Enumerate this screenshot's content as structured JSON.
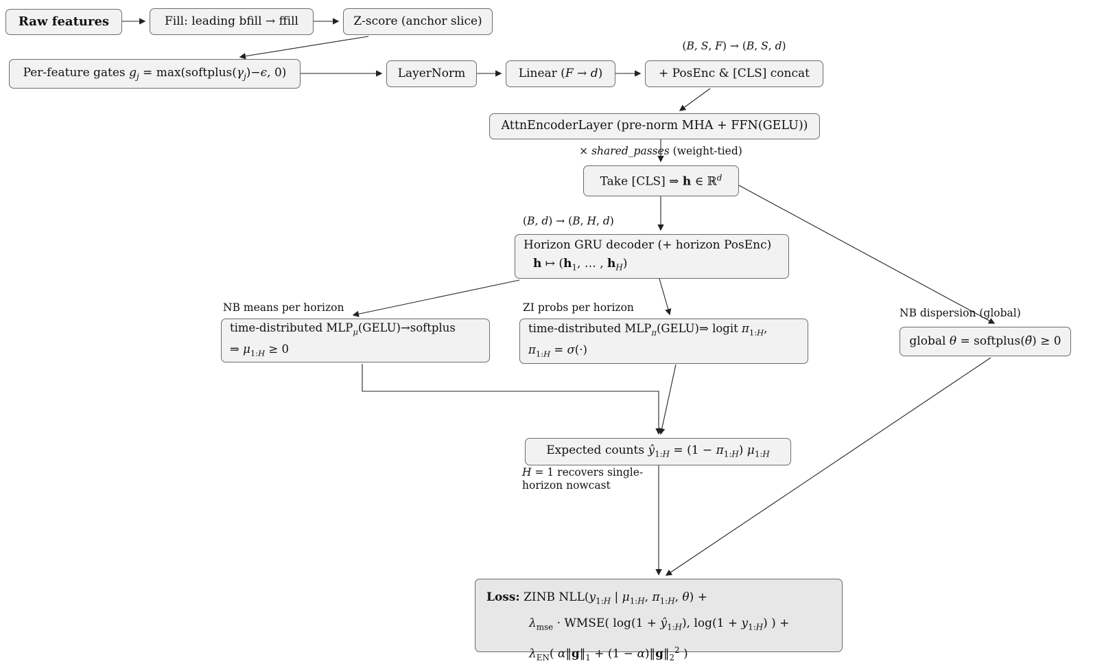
{
  "colors": {
    "box_fill": "#f2f2f2",
    "loss_fill": "#e7e7e7",
    "box_border": "#6b6b6b",
    "arrow": "#222222",
    "background": "#ffffff",
    "text": "#111111"
  },
  "nodes": {
    "raw_features": {
      "label": "Raw features"
    },
    "fill_step": {
      "label": "Fill: leading bfill → ffill"
    },
    "zscore": {
      "label": "Z-score (anchor slice)"
    },
    "gates": {
      "label_html": "Per-feature gates <i>g<sub>j</sub></i> = max(softplus(<i>γ<sub>j</sub></i>)−<i>ϵ</i>, 0)"
    },
    "layernorm": {
      "label": "LayerNorm"
    },
    "linear": {
      "label_html": "Linear (<i>F</i> → <i>d</i>)"
    },
    "posenc": {
      "label": "+ PosEnc & [CLS] concat"
    },
    "attn": {
      "label": "AttnEncoderLayer (pre-norm MHA + FFN(GELU))"
    },
    "take_cls": {
      "label_html": "Take [CLS] ⇒ <b>h</b> ∈ ℝ<sup><i>d</i></sup>"
    },
    "gru": {
      "line1": "Horizon GRU decoder (+ horizon PosEnc)",
      "line2_html": "<b>h</b> ↦ (<b>h</b><sub>1</sub>, … , <b>h</b><sub><i>H</i></sub>)"
    },
    "nb_means": {
      "line1_html": "time-distributed MLP<sub><i>μ</i></sub>(GELU)→softplus",
      "line2_html": "⇒ <i>μ</i><sub>1:<i>H</i></sub> ≥ 0"
    },
    "zi_probs": {
      "line1_html": "time-distributed MLP<sub><i>π</i></sub>(GELU)⇒ logit <i>π</i><sub>1:<i>H</i></sub>,",
      "line2_html": "<i>π</i><sub>1:<i>H</i></sub> = <i>σ</i>(·)"
    },
    "nb_dispersion": {
      "label_html": "global <i>θ</i> = softplus(<i>θ̃</i>) ≥ 0"
    },
    "expected_counts": {
      "label_html": "Expected counts <i>ŷ</i><sub>1:<i>H</i></sub> = (1 − <i>π</i><sub>1:<i>H</i></sub>) <i>μ</i><sub>1:<i>H</i></sub>"
    },
    "loss": {
      "line1_html": "<b>Loss:</b> ZINB NLL(<i>y</i><sub>1:<i>H</i></sub> | <i>μ</i><sub>1:<i>H</i></sub>, <i>π</i><sub>1:<i>H</i></sub>, <i>θ</i>) +",
      "line2_html": "<i>λ</i><sub>mse</sub> · WMSE( log(1 + <i>ŷ</i><sub>1:<i>H</i></sub>), log(1 + <i>y</i><sub>1:<i>H</i></sub>) ) +",
      "line3_html": "<i>λ</i><sub>EN</sub>( <i>α</i>‖<b>g</b>‖<sub>1</sub> + (1 − <i>α</i>)‖<b>g</b>‖<sub>2</sub><sup>2</sup> )"
    }
  },
  "annotations": {
    "shape_bsf_html": "(<i>B</i>, <i>S</i>, <i>F</i>) → (<i>B</i>, <i>S</i>, <i>d</i>)",
    "shared_passes_html": "× <i>shared_passes</i> (weight-tied)",
    "shape_bd_html": "(<i>B</i>, <i>d</i>) → (<i>B</i>, <i>H</i>, <i>d</i>)",
    "nb_means_label": "NB means per horizon",
    "zi_probs_label": "ZI probs per horizon",
    "nb_dispersion_label": "NB dispersion (global)",
    "note_line1_html": "<i>H</i> = 1 recovers single-",
    "note_line2": "horizon nowcast"
  }
}
